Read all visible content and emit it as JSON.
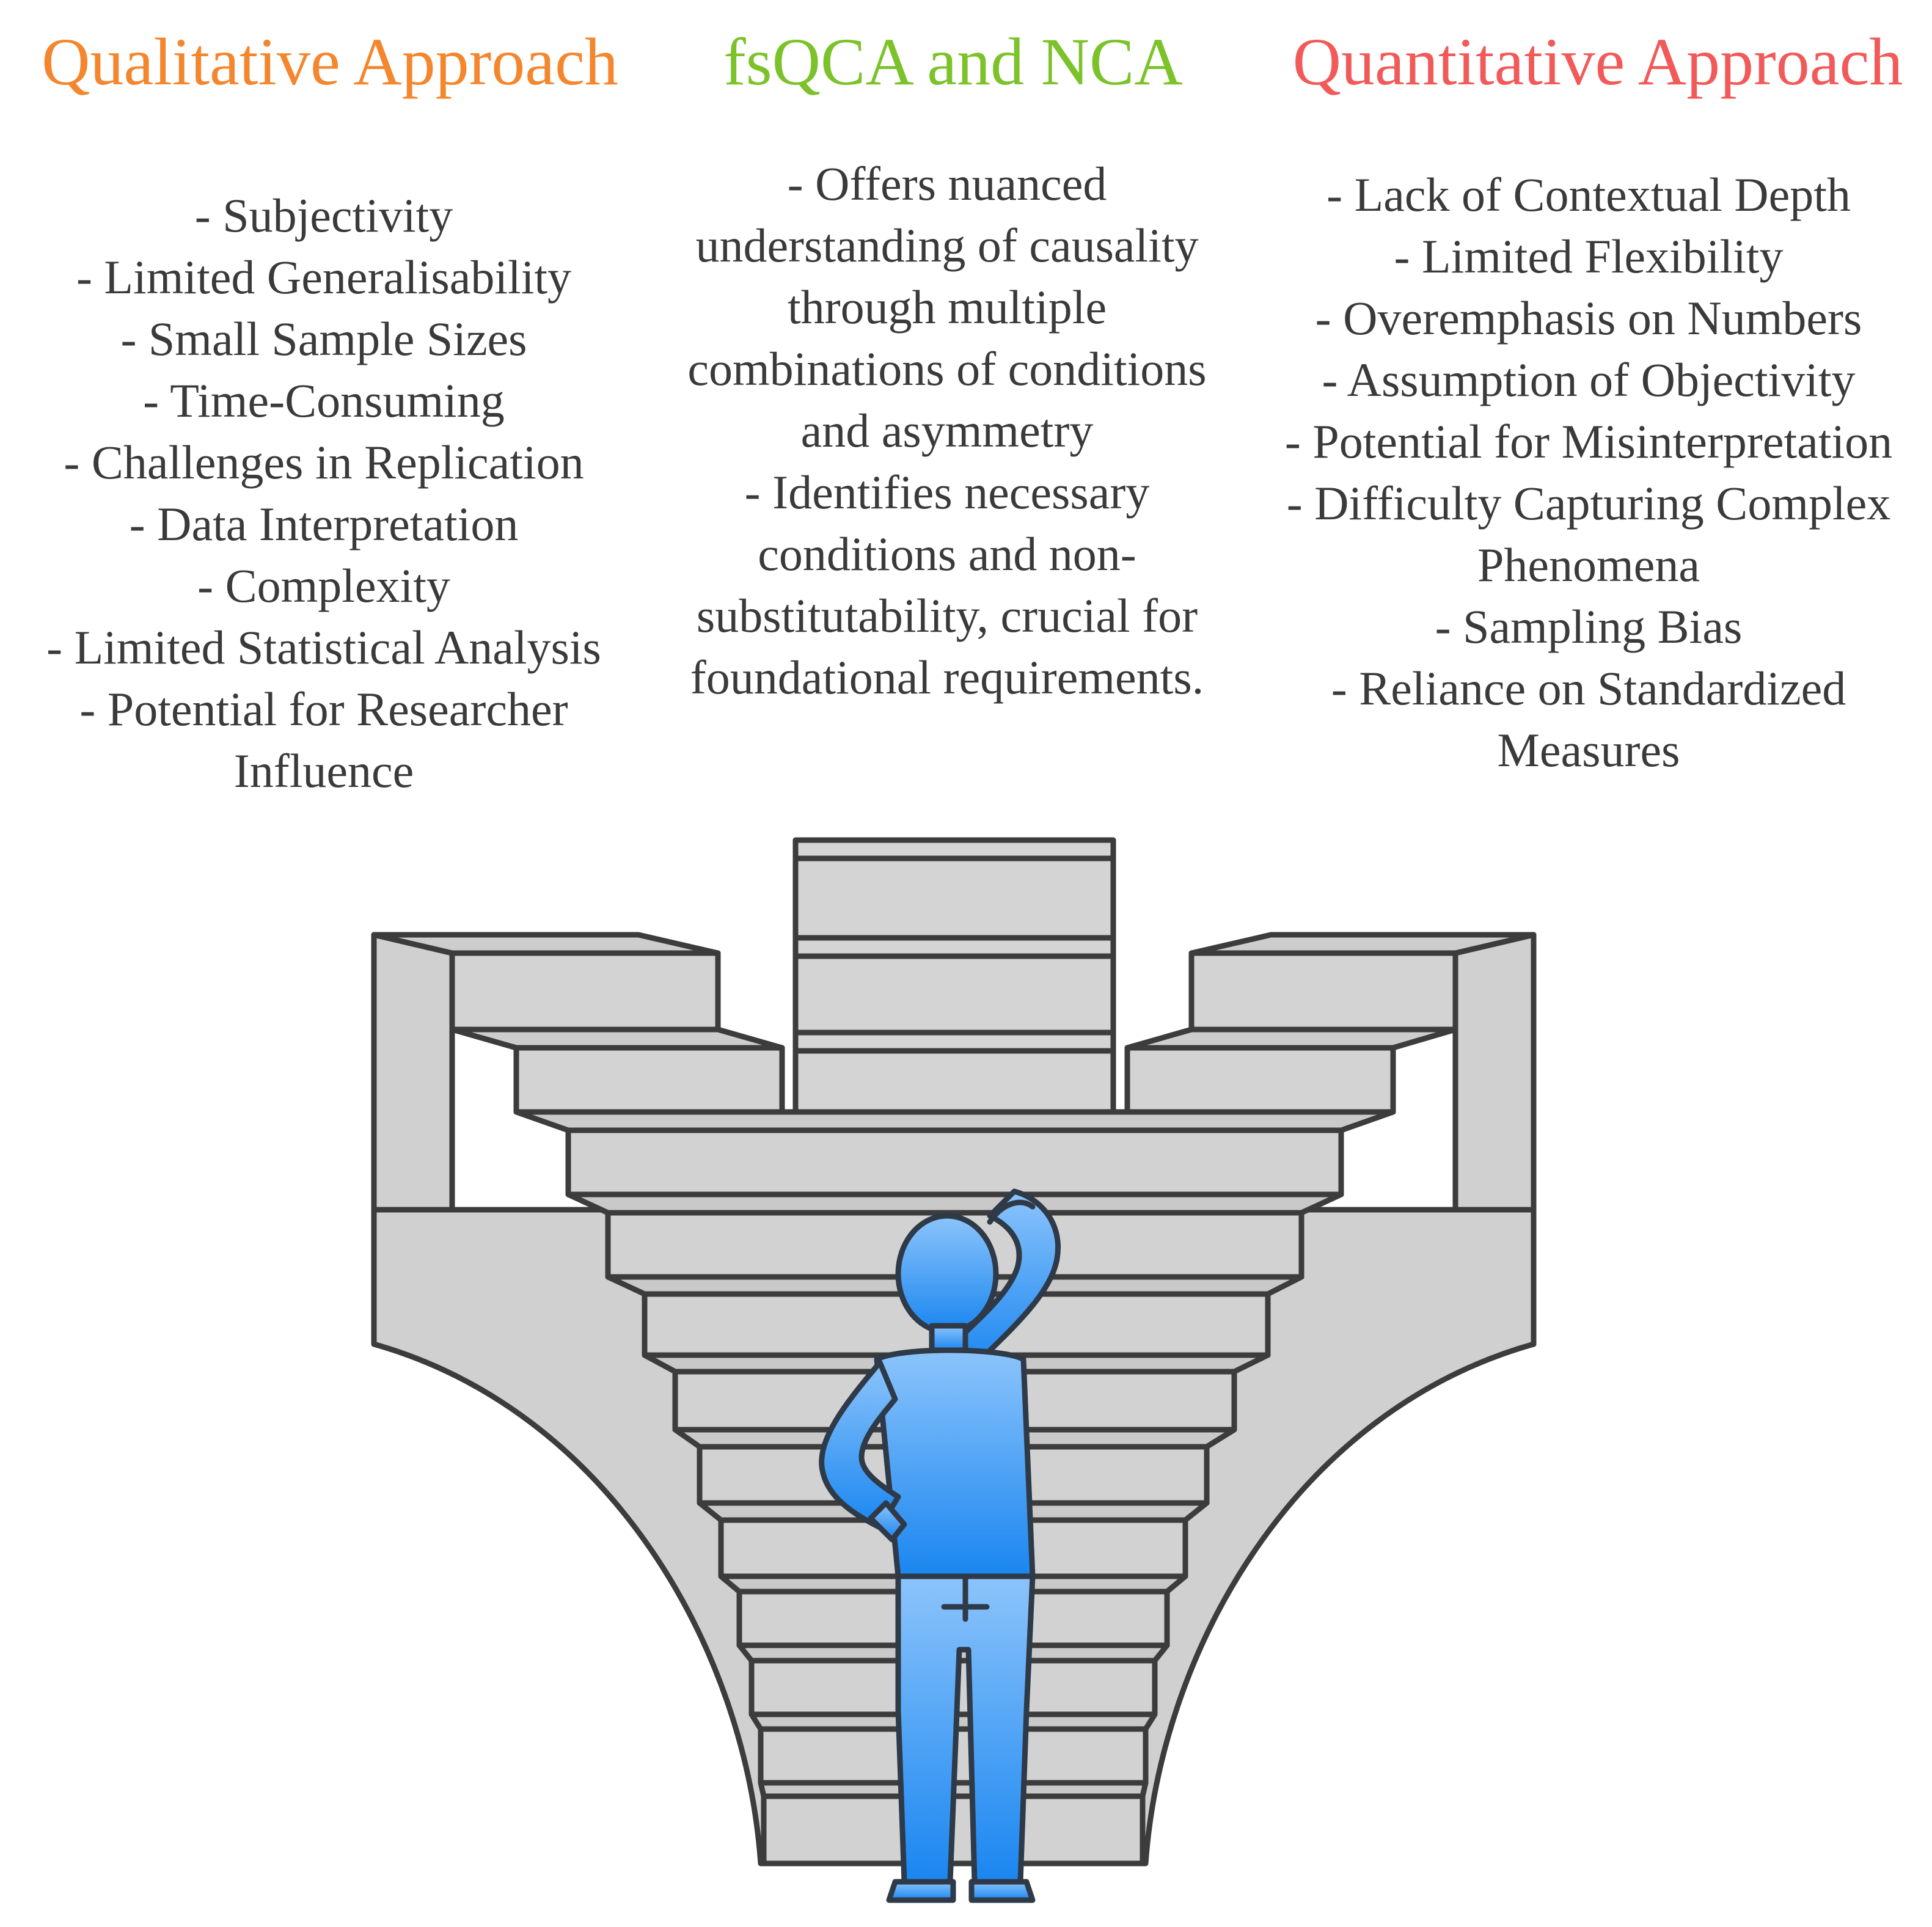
{
  "columns": {
    "left": {
      "title": "Qualitative Approach",
      "title_color": "#f4862e",
      "items": [
        "- Subjectivity",
        "- Limited Generalisability",
        "- Small Sample Sizes",
        "- Time-Consuming",
        "- Challenges in Replication",
        "- Data Interpretation",
        "- Complexity",
        "- Limited Statistical Analysis",
        "- Potential for Researcher Influence"
      ]
    },
    "middle": {
      "title": "fsQCA and NCA",
      "title_color": "#7cc22a",
      "items": [
        "- Offers nuanced understanding of causality through multiple combinations of conditions and asymmetry",
        "- Identifies necessary conditions and non-substitutability, crucial for foundational requirements."
      ]
    },
    "right": {
      "title": "Quantitative Approach",
      "title_color": "#f25a5a",
      "items": [
        "- Lack of Contextual Depth",
        "- Limited Flexibility",
        "- Overemphasis on Numbers",
        "- Assumption of Objectivity",
        "- Potential for Misinterpretation",
        "- Difficulty Capturing Complex Phenomena",
        "- Sampling Bias",
        "- Reliance on Standardized Measures"
      ]
    }
  },
  "illustration": {
    "icon": "person-facing-stairs-icon",
    "stair_color": "#d0d0d0",
    "outline_color": "#3c3c3c",
    "person_color": "#3d9cf5"
  }
}
